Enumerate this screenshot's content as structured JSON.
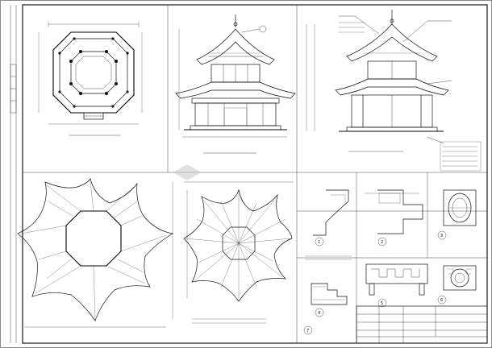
{
  "sheet": {
    "background": "#ffffff",
    "line_color": "#111111"
  },
  "watermark": {
    "text": "",
    "color": "#c8c8c8"
  },
  "drawings": {
    "plan": {
      "title": "",
      "note": "",
      "scale": ""
    },
    "front_elevation": {
      "title": "",
      "note": "",
      "scale": ""
    },
    "section": {
      "title": "",
      "note": "",
      "scale": ""
    },
    "lower_roof_plan": {
      "title": "",
      "note": "",
      "scale": ""
    },
    "upper_roof_plan": {
      "title": "",
      "note": "",
      "scale": ""
    },
    "detail_1": {
      "number": "1",
      "title": ""
    },
    "detail_2": {
      "number": "2",
      "title": ""
    },
    "detail_3": {
      "number": "3",
      "title": ""
    },
    "detail_4": {
      "number": "4",
      "title": ""
    },
    "detail_5": {
      "number": "5",
      "title": ""
    },
    "detail_6": {
      "number": "6",
      "title": ""
    },
    "detail_7": {
      "number": "7",
      "title": ""
    }
  },
  "title_block": {
    "project": "",
    "drawing_name": "",
    "rows": [
      "",
      "",
      "",
      ""
    ]
  },
  "unreadable_text_items": []
}
